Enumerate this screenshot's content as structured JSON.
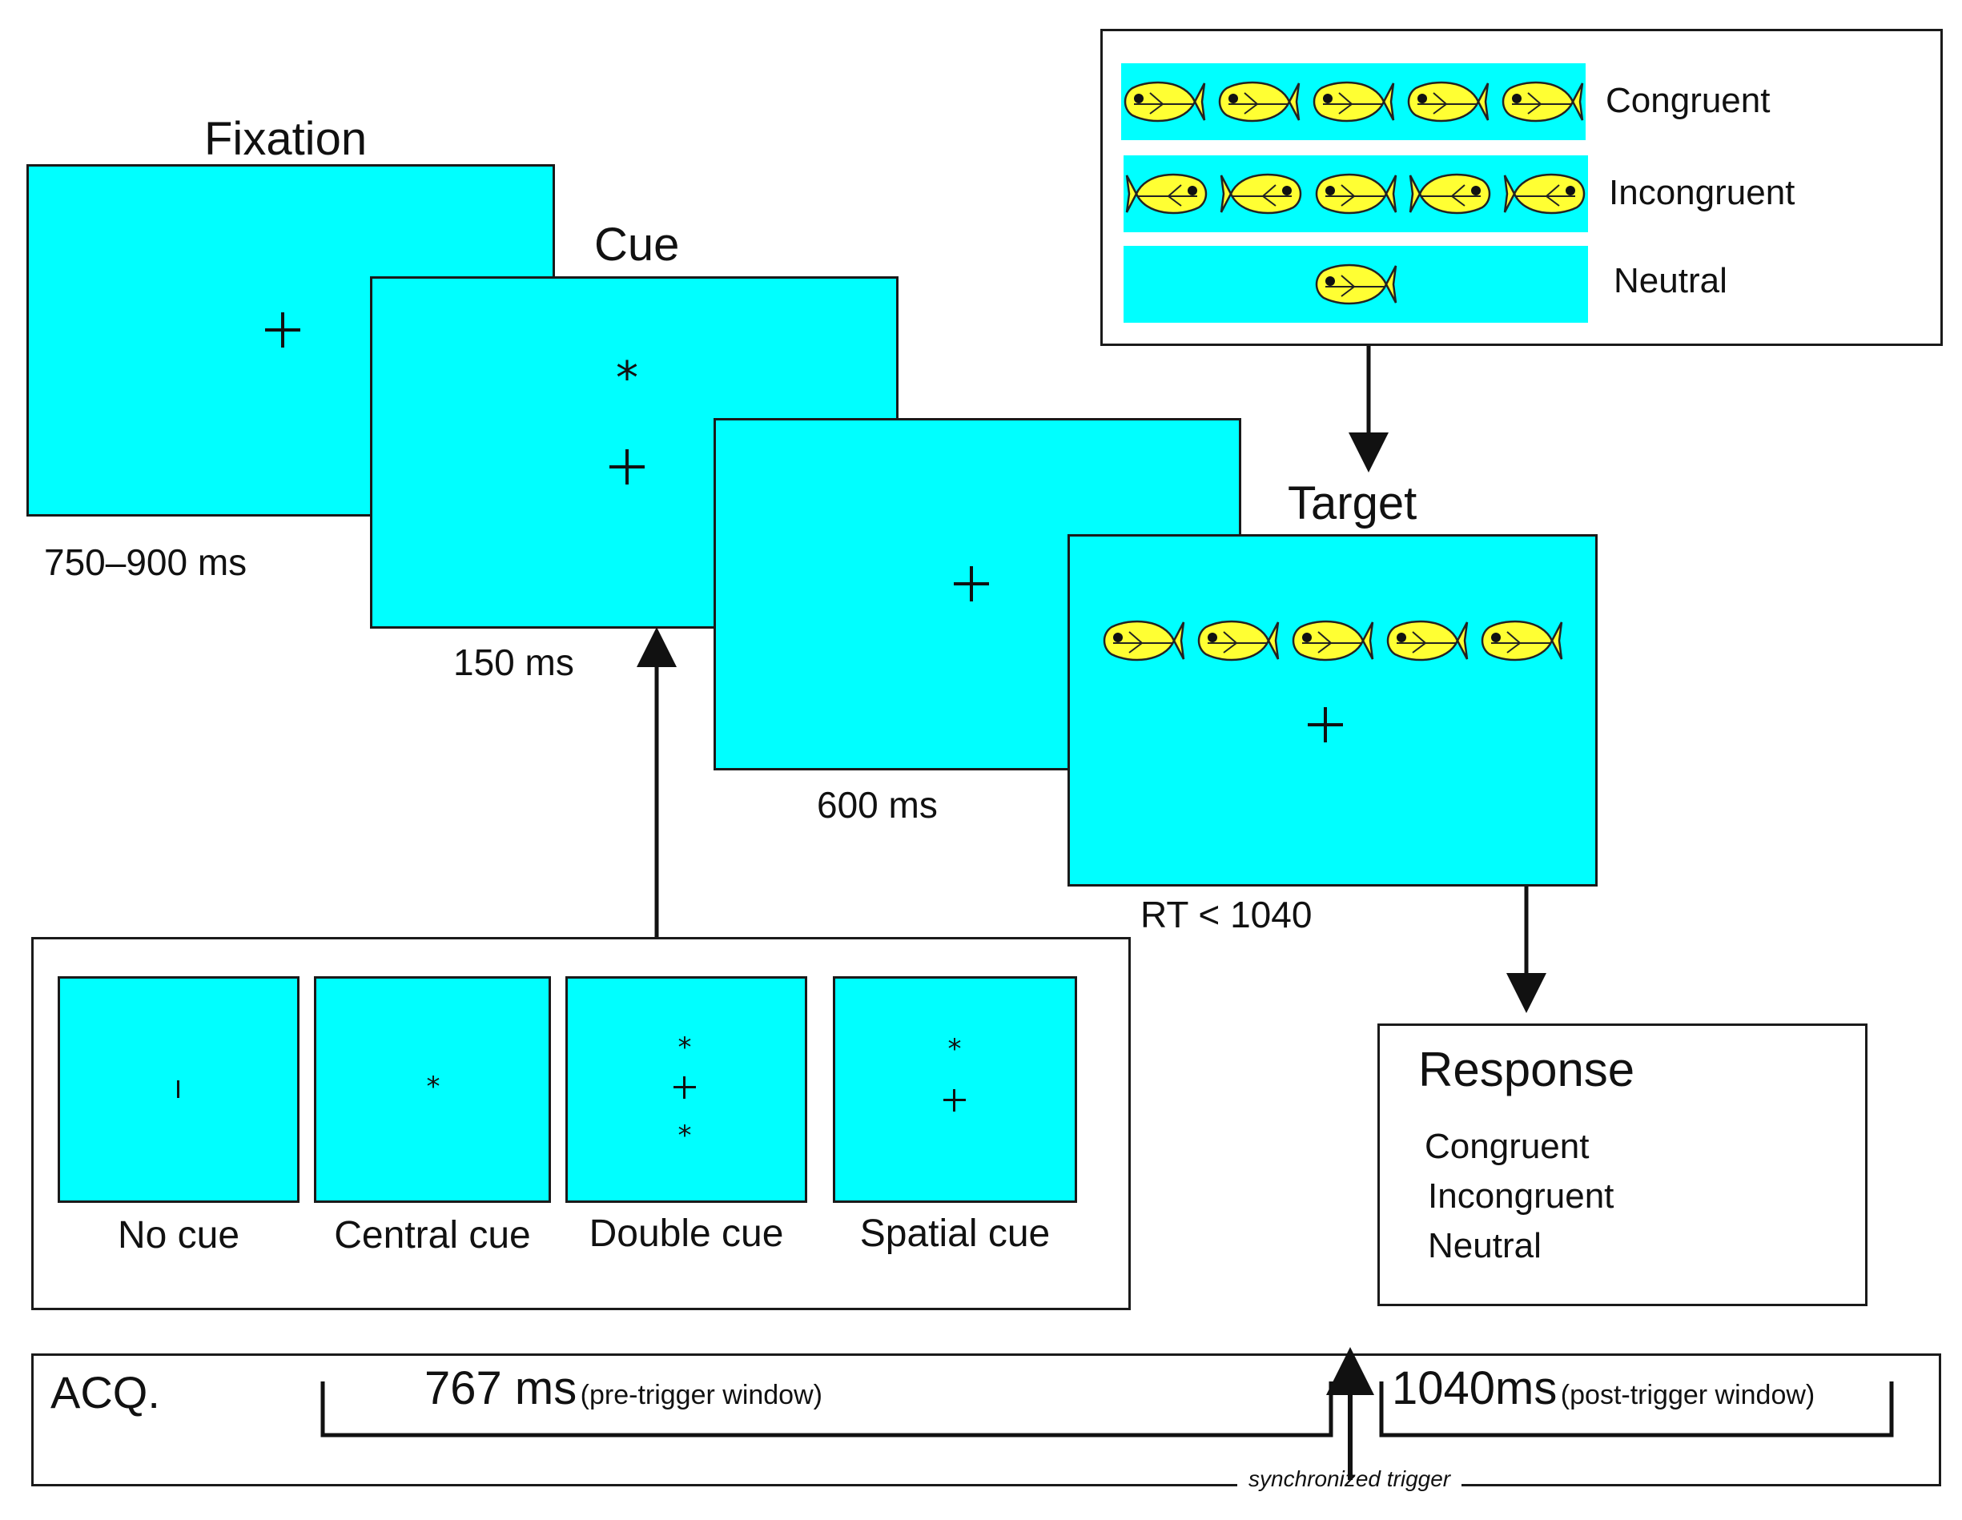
{
  "fixation": {
    "title": "Fixation",
    "duration": "750–900 ms"
  },
  "cue": {
    "title": "Cue",
    "duration": "150 ms"
  },
  "interval": {
    "duration": "600 ms"
  },
  "target": {
    "title": "Target",
    "duration": "RT < 1040"
  },
  "flanker_conditions": [
    "Congruent",
    "Incongruent",
    "Neutral"
  ],
  "cue_types": [
    "No cue",
    "Central cue",
    "Double cue",
    "Spatial cue"
  ],
  "response": {
    "title": "Response",
    "options": [
      "Congruent",
      "Incongruent",
      "Neutral"
    ]
  },
  "acquisition": {
    "label": "ACQ.",
    "pre_value": "767 ms",
    "pre_note": "(pre-trigger window)",
    "post_value": "1040ms",
    "post_note": "(post-trigger window)",
    "trigger_label": "synchronized trigger"
  },
  "colors": {
    "screen": "#00ffff",
    "fish": "#ffff33"
  }
}
